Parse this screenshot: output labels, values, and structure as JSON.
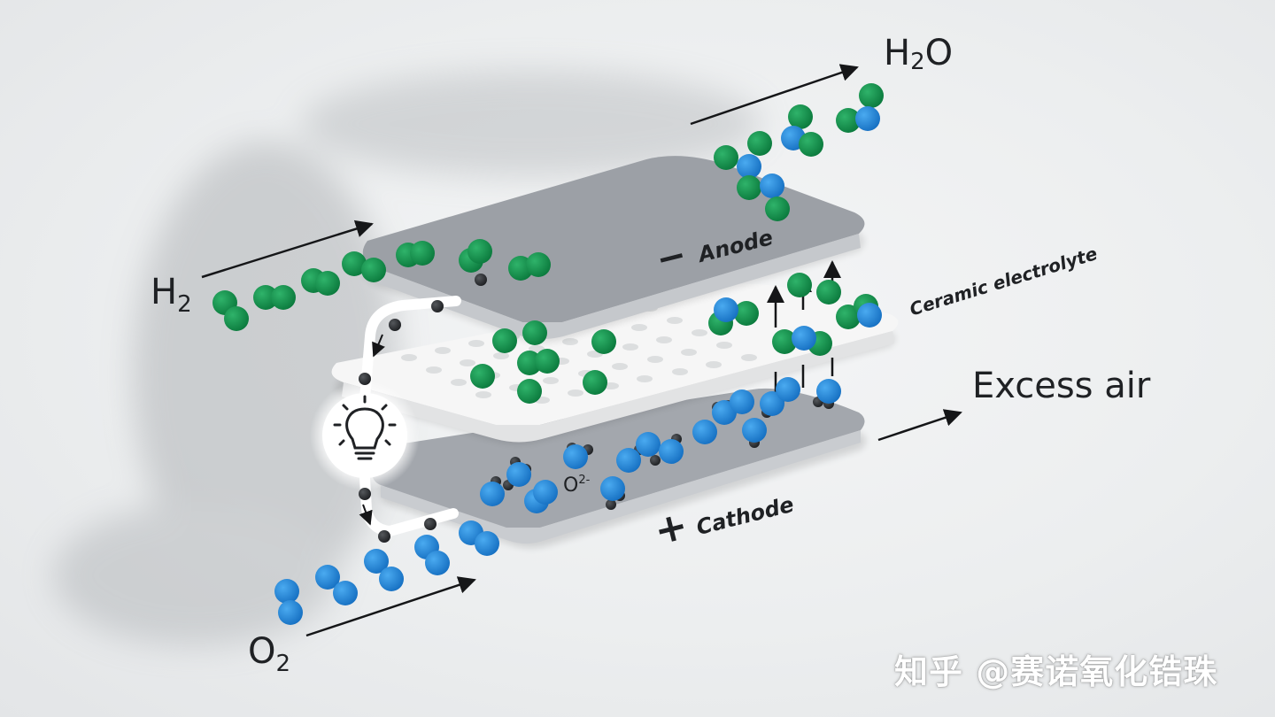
{
  "labels": {
    "h2_main": "H",
    "h2_sub": "2",
    "h2o_left": "H",
    "h2o_sub": "2",
    "h2o_right": "O",
    "o2_main": "O",
    "o2_sub": "2",
    "excess_air": "Excess air",
    "anode": "Anode",
    "anode_sign": "−",
    "cathode": "Cathode",
    "cathode_sign": "+",
    "electrolyte": "Ceramic electrolyte",
    "ion_main": "O",
    "ion_sup": "2-"
  },
  "icons": {
    "lightbulb": "lightbulb-icon"
  },
  "colors": {
    "hydrogen_green": "#0f8a47",
    "oxygen_blue": "#1b86d9",
    "electron_black": "#2b2d30",
    "plate_gray": "#9ea2a8",
    "electrolyte_white": "#f7f7f7"
  },
  "watermark": "知乎 @赛诺氧化锆珠"
}
